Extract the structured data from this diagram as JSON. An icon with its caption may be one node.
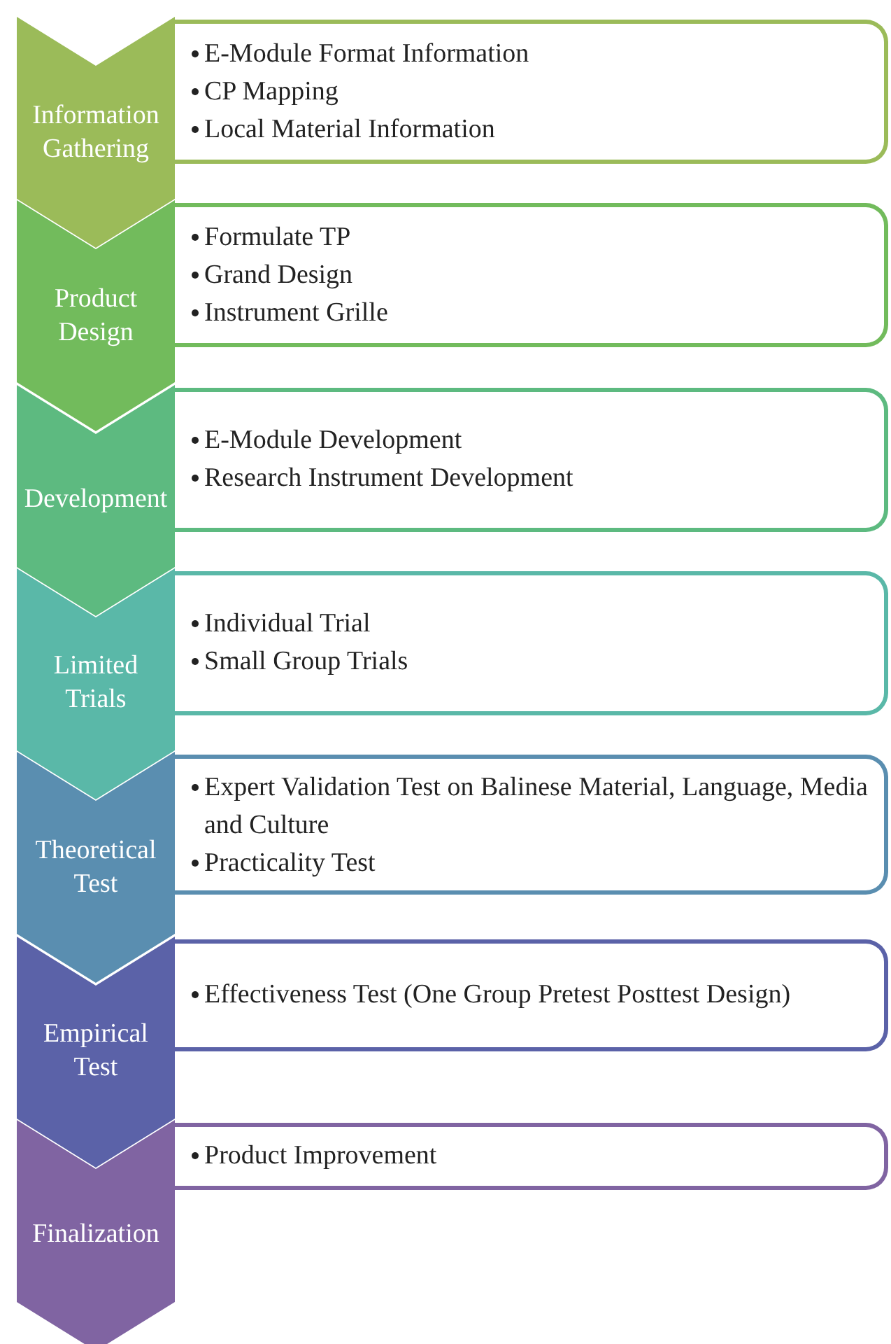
{
  "diagram": {
    "nodes": [
      {
        "text": [
          "Information Gathering"
        ]
      },
      {
        "text": [
          "E-Module Format Information",
          "CP Mapping",
          "Local Material Information"
        ]
      },
      {
        "text": [
          "Product Design"
        ]
      },
      {
        "text": [
          "Formulate TP",
          "Grand Design",
          "Instrument Grille"
        ]
      },
      {
        "text": [
          "Development"
        ]
      },
      {
        "text": [
          "E-Module Development",
          "Research Instrument Development"
        ]
      },
      {
        "text": [
          "Limited Trials"
        ]
      },
      {
        "text": [
          "Individual Trial",
          "Small Group Trials"
        ]
      },
      {
        "text": [
          "Theoretical Test"
        ]
      },
      {
        "text": [
          "Expert Validation Test on Balinese Material, Language, Media and Culture",
          "Practicality Test"
        ]
      },
      {
        "text": [
          "Empirical Test"
        ]
      },
      {
        "text": [
          "Effectiveness Test (One Group Pretest Posttest Design)"
        ]
      },
      {
        "text": [
          "Finalization"
        ]
      },
      {
        "text": [
          "Product Improvement"
        ]
      }
    ],
    "edges": []
  }
}
